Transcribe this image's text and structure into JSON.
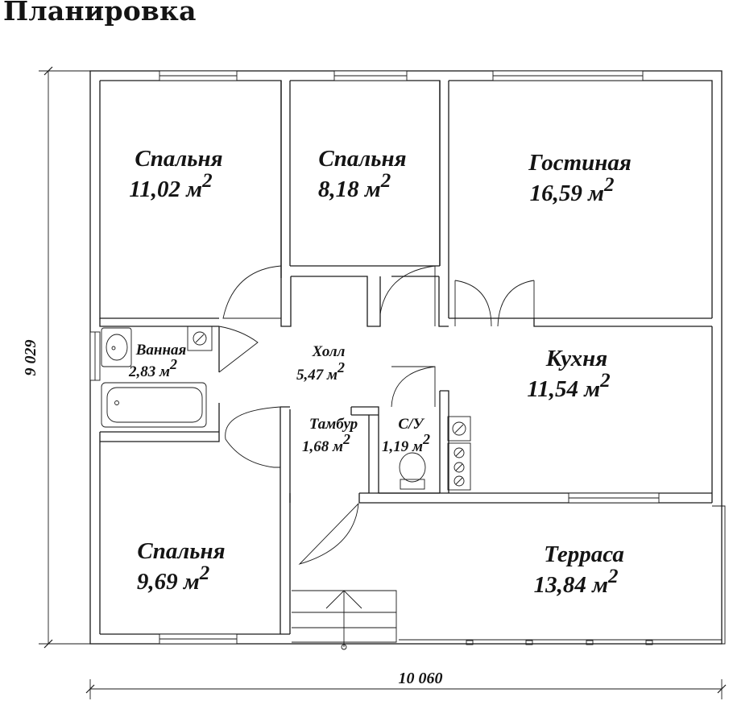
{
  "title": "Планировка",
  "dimensions": {
    "total_width": "10 060",
    "total_height": "9 029"
  },
  "rooms": [
    {
      "name": "Спальня",
      "area": "11,02 м",
      "sup": "2"
    },
    {
      "name": "Спальня",
      "area": "8,18 м",
      "sup": "2"
    },
    {
      "name": "Гостиная",
      "area": "16,59 м",
      "sup": "2"
    },
    {
      "name": "Ванная",
      "area": "2,83 м",
      "sup": "2"
    },
    {
      "name": "Холл",
      "area": "5,47 м",
      "sup": "2"
    },
    {
      "name": "Кухня",
      "area": "11,54 м",
      "sup": "2"
    },
    {
      "name": "Тамбур",
      "area": "1,68 м",
      "sup": "2"
    },
    {
      "name": "С/У",
      "area": "1,19 м",
      "sup": "2"
    },
    {
      "name": "Спальня",
      "area": "9,69 м",
      "sup": "2"
    },
    {
      "name": "Терраса",
      "area": "13,84 м",
      "sup": "2"
    }
  ]
}
